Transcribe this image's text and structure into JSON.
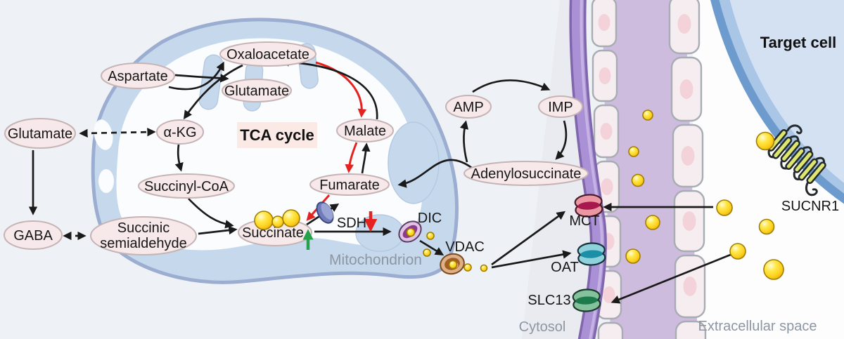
{
  "regions": {
    "mitochondrion": "Mitochondrion",
    "cytosol": "Cytosol",
    "extracellular": "Extracellular space",
    "target_cell": "Target cell"
  },
  "tca": {
    "title": "TCA cycle",
    "metabolites": {
      "oxaloacetate": "Oxaloacetate",
      "glutamate": "Glutamate",
      "akg": "α-KG",
      "succinyl_coa": "Succinyl-CoA",
      "succinate": "Succinate",
      "fumarate": "Fumarate",
      "malate": "Malate"
    },
    "enzyme_sdh": "SDH"
  },
  "left_pathway": {
    "glutamate": "Glutamate",
    "gaba": "GABA",
    "succinic_semialdehyde_line1": "Succinic",
    "succinic_semialdehyde_line2": "semialdehyde",
    "aspartate": "Aspartate"
  },
  "purine_cycle": {
    "amp": "AMP",
    "imp": "IMP",
    "adenylosuccinate": "Adenylosuccinate"
  },
  "transporters": {
    "dic": "DIC",
    "vdac": "VDAC",
    "mct": "MCT",
    "oat": "OAT",
    "slc13": "SLC13"
  },
  "receptor": {
    "sucnr1": "SUCNR1"
  },
  "colors": {
    "increase_arrow_green": "#23a24b",
    "decrease_arrow_red": "#e42320",
    "reverse_flux_red": "#e42320",
    "succinate_yellow": "#ffd21f",
    "membrane_purple": "#aa90d4",
    "mitochondrion_blue": "#c6d9ec",
    "metabolite_oval_pink": "#f7e9e9"
  }
}
